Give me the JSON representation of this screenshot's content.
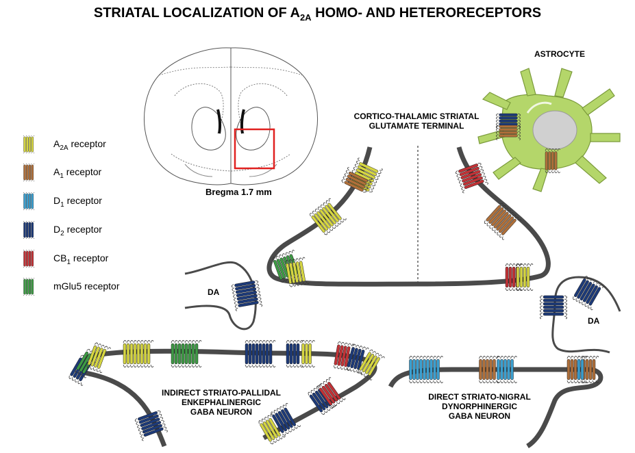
{
  "title": {
    "prefix": "STRIATAL LOCALIZATION OF A",
    "subscript": "2A",
    "suffix": " HOMO- AND HETERORECEPTORS"
  },
  "brain_section": {
    "bregma_label": "Bregma 1.7 mm"
  },
  "labels": {
    "astrocyte": "ASTROCYTE",
    "glutamate_terminal_line1": "CORTICO-THALAMIC STRIATAL",
    "glutamate_terminal_line2": "GLUTAMATE TERMINAL",
    "da_left": "DA",
    "da_right": "DA",
    "indirect_line1": "INDIRECT STRIATO-PALLIDAL",
    "indirect_line2": "ENKEPHALINERGIC",
    "indirect_line3": "GABA NEURON",
    "direct_line1": "DIRECT STRIATO-NIGRAL",
    "direct_line2": "DYNORPHINERGIC",
    "direct_line3": "GABA NEURON"
  },
  "legend": [
    {
      "key": "a2a",
      "main": "A",
      "sub": "2A",
      "rest": " receptor",
      "color": "#d6d642"
    },
    {
      "key": "a1",
      "main": "A",
      "sub": "1",
      "rest": " receptor",
      "color": "#b0703a"
    },
    {
      "key": "d1",
      "main": "D",
      "sub": "1",
      "rest": " receptor",
      "color": "#3a9fd0"
    },
    {
      "key": "d2",
      "main": "D",
      "sub": "2",
      "rest": " receptor",
      "color": "#1d3a78"
    },
    {
      "key": "cb1",
      "main": "CB",
      "sub": "1",
      "rest": " receptor",
      "color": "#c23236"
    },
    {
      "key": "mglu5",
      "main": "mGlu5 receptor",
      "sub": "",
      "rest": "",
      "color": "#3e9a45"
    }
  ],
  "colors": {
    "membrane": "#4a4a4a",
    "highlight_box": "#e0201f",
    "astrocyte_body": "#b4d66a",
    "astrocyte_nucleus": "#d0d0d0"
  }
}
